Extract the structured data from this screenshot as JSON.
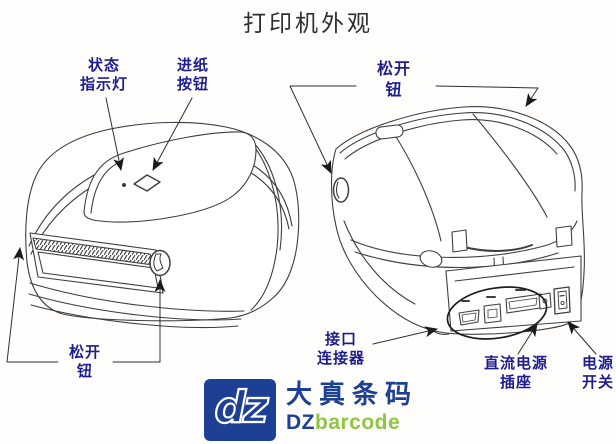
{
  "title": "打印机外观",
  "callouts": {
    "status_light": {
      "line1": "状态",
      "line2": "指示灯"
    },
    "feed_button": {
      "line1": "进纸",
      "line2": "按钮"
    },
    "release_button_top": {
      "line1": "松开",
      "line2": "钮"
    },
    "release_button_bottom": {
      "line1": "松开",
      "line2": "钮"
    },
    "interface_connector": {
      "line1": "接口",
      "line2": "连接器"
    },
    "dc_power_socket": {
      "line1": "直流电源",
      "line2": "插座"
    },
    "power_switch": {
      "line1": "电源",
      "line2": "开关"
    }
  },
  "logo": {
    "mark_text": "dz",
    "name_cn": "大真条码",
    "name_en_dz": "DZ",
    "name_en_barcode": "barcode"
  },
  "colors": {
    "label_text": "#1d1d8e",
    "line_stroke": "#3e3e3e",
    "logo_blue": "#1e4094",
    "logo_green": "#8dc63f",
    "title_text": "#2f2f2f"
  }
}
